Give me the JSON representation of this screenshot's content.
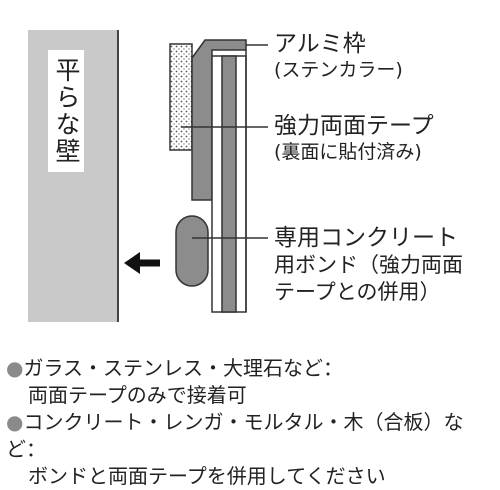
{
  "wall": {
    "label": "平らな壁"
  },
  "callouts": {
    "frame": {
      "title": "アルミ枠",
      "sub": "(ステンカラー)"
    },
    "tape": {
      "title": "強力両面テープ",
      "sub": "(裏面に貼付済み)"
    },
    "bond": {
      "line1": "専用コンクリート",
      "line2": "用ボンド（強力両面",
      "line3": "テープとの併用）"
    }
  },
  "notes": [
    {
      "bullet": "●",
      "line1": "ガラス・ステンレス・大理石など：",
      "line2": "両面テープのみで接着可"
    },
    {
      "bullet": "●",
      "line1": "コンクリート・レンガ・モルタル・木（合板）など：",
      "line2": "ボンドと両面テープを併用してください"
    }
  ],
  "colors": {
    "wall": "#c9c9c9",
    "frame": "#8c8c8c",
    "bond": "#8c8c8c",
    "tape": "#ffffff",
    "bullet": "#8a8a8a"
  },
  "icons": {
    "arrow": "left-arrow-icon"
  }
}
